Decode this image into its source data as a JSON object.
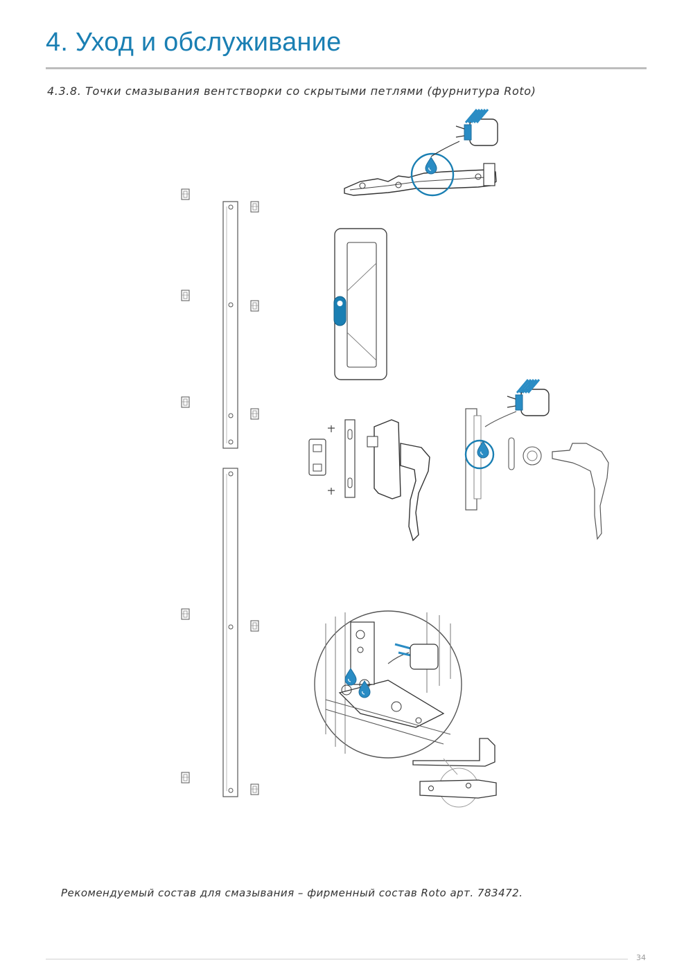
{
  "header": {
    "title": "4. Уход и обслуживание"
  },
  "section": {
    "title": "4.3.8. Точки смазывания вентстворки со скрытыми петлями (фурнитура Roto)"
  },
  "note": {
    "text": "Рекомендуемый состав для смазывания – фирменный состав Roto арт. 783472."
  },
  "footer": {
    "page_number": "34"
  },
  "colors": {
    "accent": "#1a7fb3",
    "lubricant": "#2a8cc4",
    "line": "#333333",
    "rule": "#bdbdbd"
  },
  "icons": [
    "oil-can-icon",
    "lubricant-drop-icon"
  ]
}
